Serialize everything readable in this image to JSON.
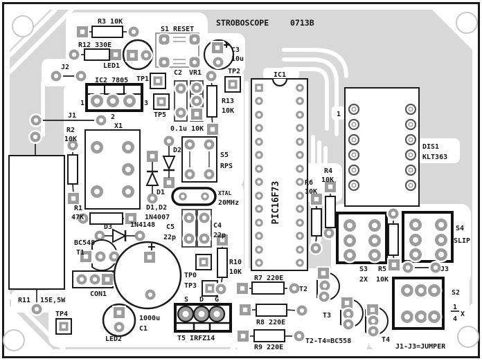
{
  "board": {
    "title": "STROBOSCOPE",
    "code": "0713B",
    "colors": {
      "pour": "#d8d8d8",
      "silkscreen": "#1a1a1a",
      "pad": "#9c9c9c"
    }
  },
  "labels": {
    "r3": "R3 10K",
    "s1": "S1 RESET",
    "r12": "R12 330E",
    "j2": "J2",
    "led1": "LED1",
    "c3": "C3",
    "c3_val": "10u",
    "tp1": "TP1",
    "tp2": "TP2",
    "tp5": "TP5",
    "tp0": "TP0",
    "tp3": "TP3",
    "tp4": "TP4",
    "ic2": "IC2 7805",
    "ic2_p1": "1",
    "ic2_p2": "2",
    "ic2_p3": "3",
    "x1": "X1",
    "j1": "J1",
    "c2": "C2",
    "vr1": "VR1",
    "c2_vr1_vals": "0.1u 10K",
    "r13": "R13",
    "r13_val": "10K",
    "ic1": "IC1",
    "ic1_part": "PIC16F73",
    "dis1_p1": "1",
    "dis1": "DIS1",
    "dis1_part": "KLT363",
    "r2": "R2",
    "r2_val": "10K",
    "s5": "S5",
    "s5_val": "RPS",
    "d1": "D1",
    "d2": "D2",
    "d12": "D1,D2",
    "d12_part": "1N4007",
    "r1": "R1",
    "r1_val": "47K",
    "d3": "D3",
    "d3_part": "1N4148",
    "xtal": "XTAL",
    "xtal_val": "20MHz",
    "c5": "C5",
    "c5_val": "22p",
    "c4": "C4",
    "c4_val": "22p",
    "r4": "R4",
    "r4_val": "10K",
    "r6": "R6",
    "r6_val": "10K",
    "t1_part": "BC548",
    "t1": "T1",
    "r11": "R11",
    "r11_val": "15E,5W",
    "con1": "CON1",
    "led2": "LED2",
    "c1_val": "1000u",
    "c1": "C1",
    "r10": "R10",
    "r10_val": "10K",
    "pin_s": "S",
    "pin_d": "D",
    "pin_g": "G",
    "t5": "T5 IRFZ14",
    "r7": "R7 220E",
    "r8": "R8 220E",
    "r9": "R9 220E",
    "t2": "T2",
    "t3": "T3",
    "t4": "T4",
    "t2t4": "T2-T4=BC558",
    "s3": "S3",
    "s3_val": "2X",
    "r5": "R5",
    "r5_val": "10K",
    "j3": "J3",
    "s4": "S4",
    "s4_val": "SLIP",
    "s2": "S2",
    "s2_num": "1",
    "s2_den": "4",
    "s2_x": "X",
    "j1j3": "J1-J3=JUMPER"
  }
}
